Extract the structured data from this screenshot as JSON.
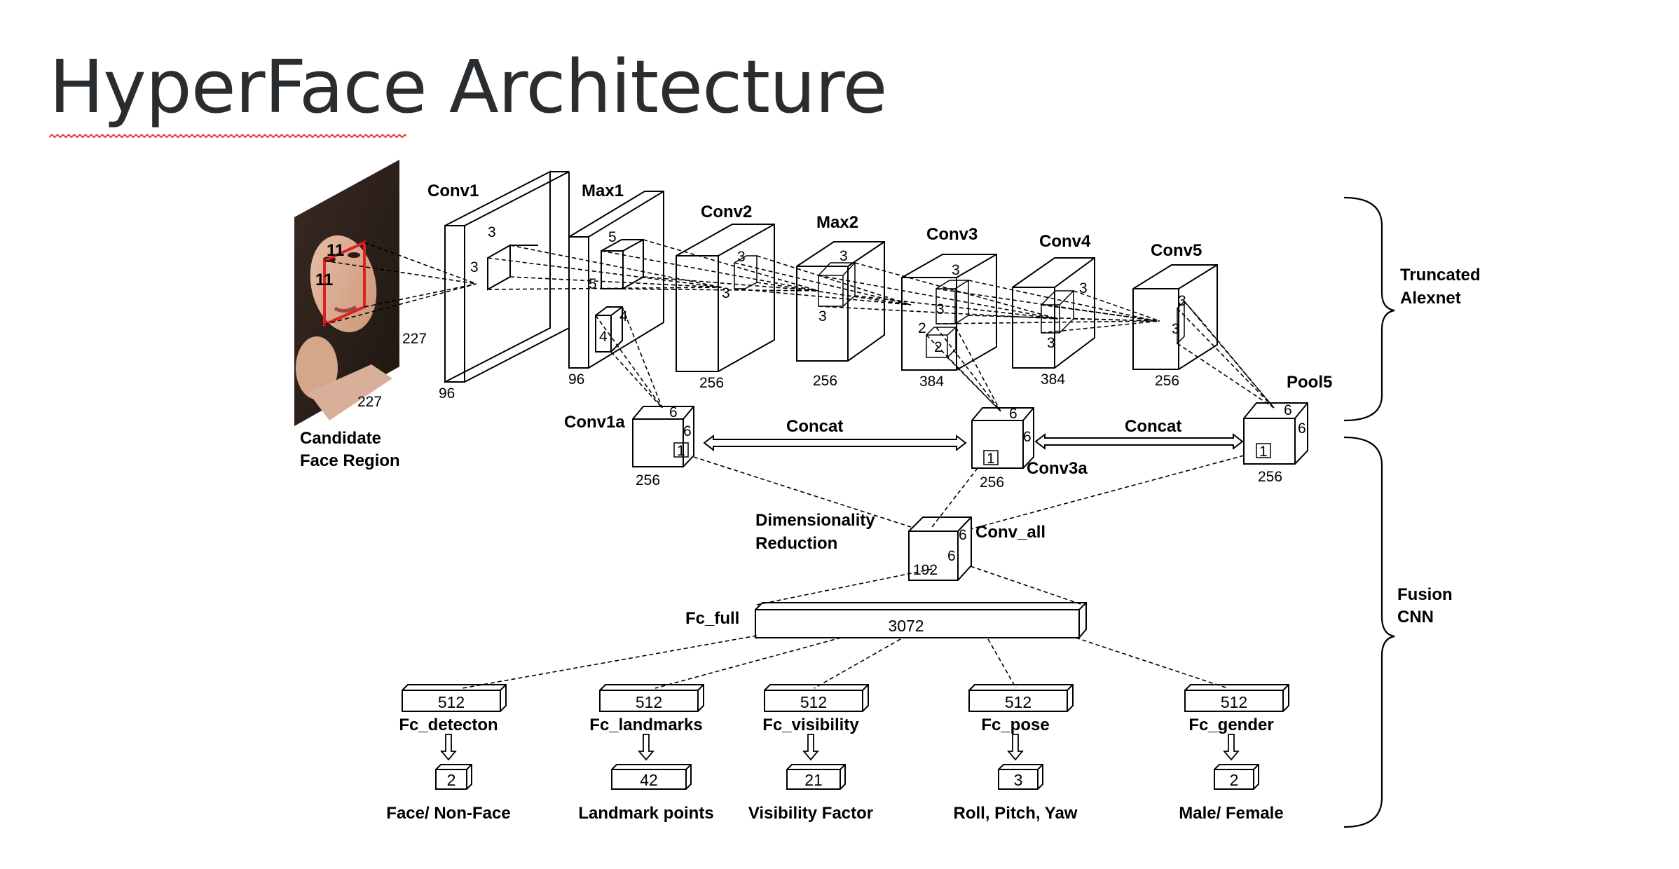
{
  "slide": {
    "title": "HyperFace Architecture"
  },
  "input": {
    "label_line1": "Candidate",
    "label_line2": "Face Region",
    "kernel": "11",
    "size": "227"
  },
  "layers": {
    "conv1": {
      "label": "Conv1",
      "depth": "96",
      "kernel": "3"
    },
    "max1": {
      "label": "Max1",
      "depth": "96",
      "kernel_a": "5",
      "kernel_b": "4"
    },
    "conv2": {
      "label": "Conv2",
      "depth": "256",
      "kernel": "3"
    },
    "max2": {
      "label": "Max2",
      "depth": "256",
      "kernel": "3"
    },
    "conv3": {
      "label": "Conv3",
      "depth": "384",
      "kernel_a": "3",
      "kernel_b": "2"
    },
    "conv4": {
      "label": "Conv4",
      "depth": "384",
      "kernel": "3"
    },
    "conv5": {
      "label": "Conv5",
      "depth": "256",
      "kernel": "3"
    }
  },
  "branch": {
    "conv1a": {
      "label": "Conv1a",
      "depth": "256",
      "size": "6",
      "kernel": "1"
    },
    "conv3a": {
      "label": "Conv3a",
      "depth": "256",
      "size": "6",
      "kernel": "1"
    },
    "pool5": {
      "label": "Pool5",
      "depth": "256",
      "size": "6",
      "kernel": "1"
    },
    "concat_label": "Concat"
  },
  "fusion": {
    "dim_red_line1": "Dimensionality",
    "dim_red_line2": "Reduction",
    "conv_all": {
      "label": "Conv_all",
      "depth": "192",
      "size": "6"
    },
    "fc_full": {
      "label": "Fc_full",
      "units": "3072"
    }
  },
  "heads": [
    {
      "name": "Fc_detecton",
      "units": "512",
      "out": "2",
      "task": "Face/ Non-Face"
    },
    {
      "name": "Fc_landmarks",
      "units": "512",
      "out": "42",
      "task": "Landmark points"
    },
    {
      "name": "Fc_visibility",
      "units": "512",
      "out": "21",
      "task": "Visibility Factor"
    },
    {
      "name": "Fc_pose",
      "units": "512",
      "out": "3",
      "task": "Roll, Pitch, Yaw"
    },
    {
      "name": "Fc_gender",
      "units": "512",
      "out": "2",
      "task": "Male/ Female"
    }
  ],
  "groups": {
    "truncated_line1": "Truncated",
    "truncated_line2": "Alexnet",
    "fusion_line1": "Fusion",
    "fusion_line2": "CNN"
  },
  "colors": {
    "title": "#2a2d30",
    "kernel_box": "#e02020",
    "spellcheck": "#e04040"
  }
}
